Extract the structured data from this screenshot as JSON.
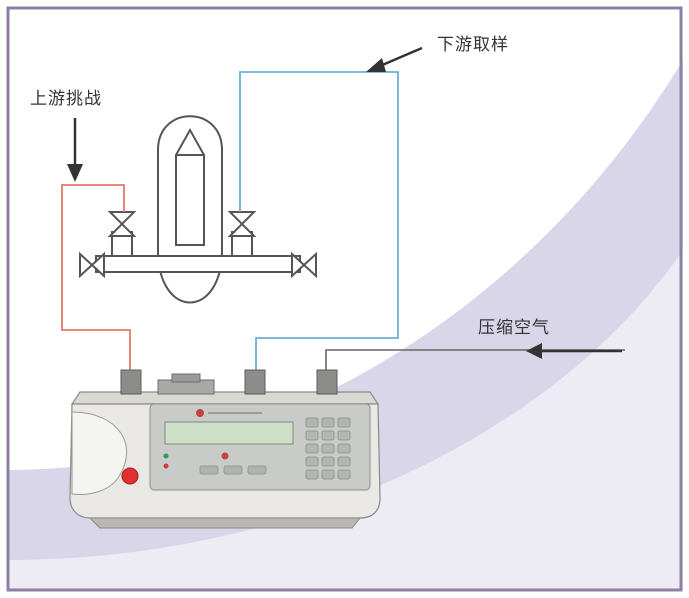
{
  "labels": {
    "upstream_challenge": "上游挑战",
    "downstream_sampling": "下游取样",
    "compressed_air": "压缩空气"
  },
  "colors": {
    "frame": "#8e7fa5",
    "background_swoosh": "#d8d6e8",
    "upstream_line": "#e07a68",
    "downstream_line": "#6ab0d8",
    "air_line": "#666666",
    "arrow": "#333333",
    "instrument_body": "#e9e8e4",
    "panel": "#c9cbc9",
    "display": "#cfe0c8",
    "power_button": "#e03030"
  }
}
